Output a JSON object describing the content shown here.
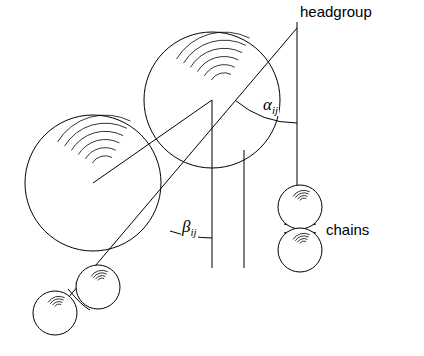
{
  "diagram": {
    "labels": [
      "headgroup",
      "αij",
      "βij",
      "chains"
    ]
  }
}
